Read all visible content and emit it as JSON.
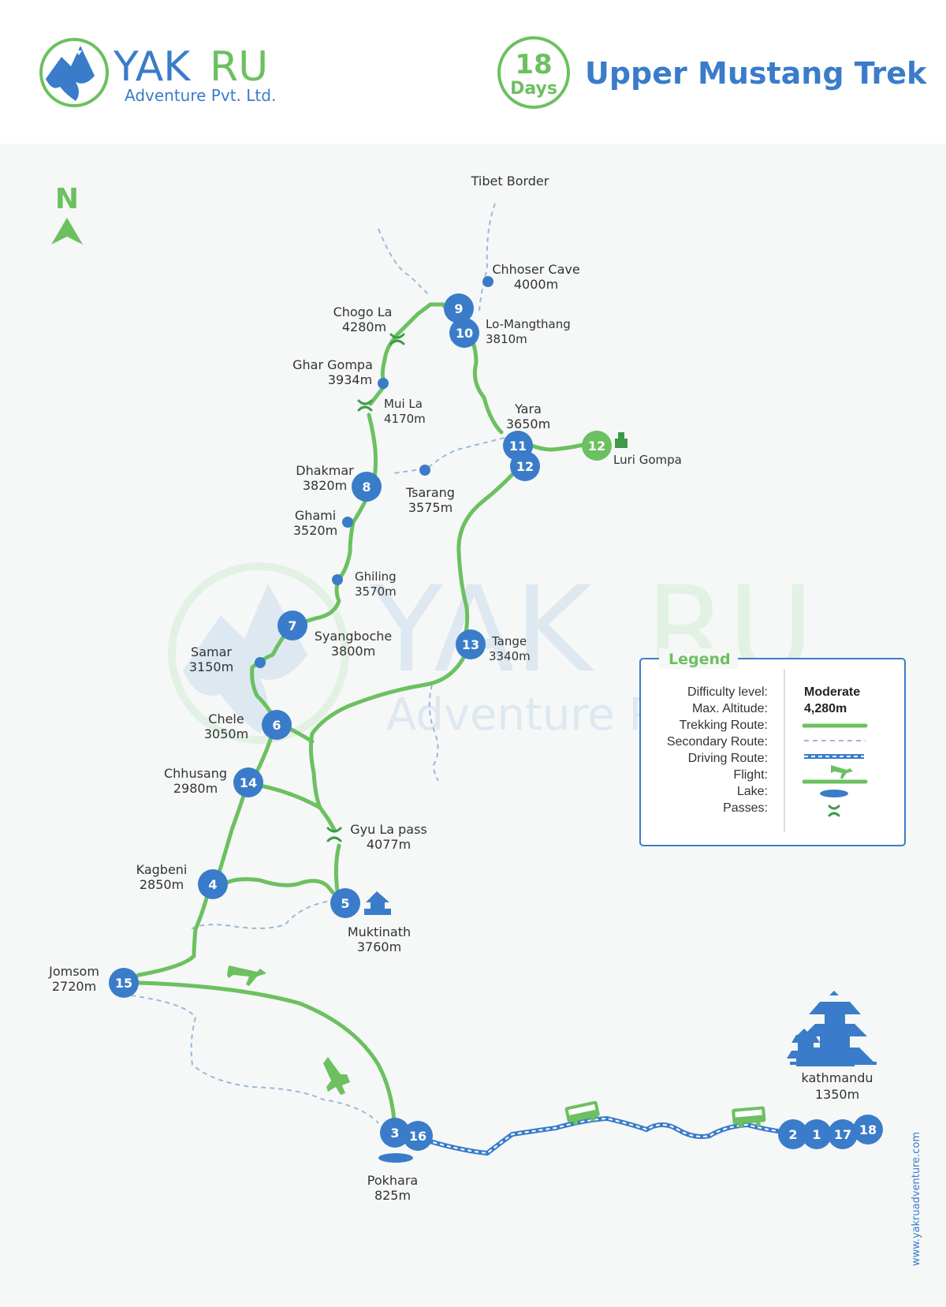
{
  "header": {
    "brand_name_a": "YAK",
    "brand_name_b": "RU",
    "brand_sub": "Adventure Pvt. Ltd.",
    "days_number": "18",
    "days_label": "Days",
    "title": "Upper Mustang Trek"
  },
  "compass_label": "N",
  "watermark": {
    "a": "YAK",
    "b": "RU",
    "sub": "Adventure Pvt. Ltd."
  },
  "places": {
    "tibet_border": "Tibet Border",
    "chhoser_cave": {
      "name": "Chhoser Cave",
      "alt": "4000m"
    },
    "lo_mangthang": {
      "name": "Lo-Mangthang",
      "alt": "3810m"
    },
    "chogo_la": {
      "name": "Chogo La",
      "alt": "4280m"
    },
    "ghar_gompa": {
      "name": "Ghar Gompa",
      "alt": "3934m"
    },
    "mui_la": {
      "name": "Mui La",
      "alt": "4170m"
    },
    "yara": {
      "name": "Yara",
      "alt": "3650m"
    },
    "luri_gompa": {
      "name": "Luri Gompa"
    },
    "dhakmar": {
      "name": "Dhakmar",
      "alt": "3820m"
    },
    "tsarang": {
      "name": "Tsarang",
      "alt": "3575m"
    },
    "ghami": {
      "name": "Ghami",
      "alt": "3520m"
    },
    "ghiling": {
      "name": "Ghiling",
      "alt": "3570m"
    },
    "syangboche": {
      "name": "Syangboche",
      "alt": "3800m"
    },
    "samar": {
      "name": "Samar",
      "alt": "3150m"
    },
    "tange": {
      "name": "Tange",
      "alt": "3340m"
    },
    "chele": {
      "name": "Chele",
      "alt": "3050m"
    },
    "chhusang": {
      "name": "Chhusang",
      "alt": "2980m"
    },
    "gyu_la": {
      "name": "Gyu La pass",
      "alt": "4077m"
    },
    "kagbeni": {
      "name": "Kagbeni",
      "alt": "2850m"
    },
    "muktinath": {
      "name": "Muktinath",
      "alt": "3760m"
    },
    "jomsom": {
      "name": "Jomsom",
      "alt": "2720m"
    },
    "kathmandu": {
      "name": "kathmandu",
      "alt": "1350m"
    },
    "pokhara": {
      "name": "Pokhara",
      "alt": "825m"
    }
  },
  "day_markers": {
    "d9": "9",
    "d10": "10",
    "d11": "11",
    "d12a": "12",
    "d12b": "12",
    "d8": "8",
    "d7": "7",
    "d13": "13",
    "d6": "6",
    "d14": "14",
    "d4": "4",
    "d5": "5",
    "d15": "15",
    "d3": "3",
    "d16": "16",
    "d2": "2",
    "d1": "1",
    "d17": "17",
    "d18": "18"
  },
  "legend": {
    "title": "Legend",
    "difficulty_label": "Difficulty level:",
    "difficulty_value": "Moderate",
    "altitude_label": "Max. Altitude:",
    "altitude_value": "4,280m",
    "trekking_label": "Trekking Route:",
    "secondary_label": "Secondary Route:",
    "driving_label": "Driving Route:",
    "flight_label": "Flight:",
    "lake_label": "Lake:",
    "passes_label": "Passes:"
  },
  "website": "www.yakruadventure.com",
  "colors": {
    "blue": "#3a7cc9",
    "green": "#6cc060",
    "dark_green": "#3e9a48",
    "map_bg": "#f5f8f7",
    "dashed": "#9db8d8"
  },
  "icons": [
    "north-arrow-icon",
    "plane-icon",
    "bus-icon",
    "stupa-icon",
    "pagoda-icon",
    "lake-icon",
    "pass-icon",
    "chorten-icon"
  ]
}
